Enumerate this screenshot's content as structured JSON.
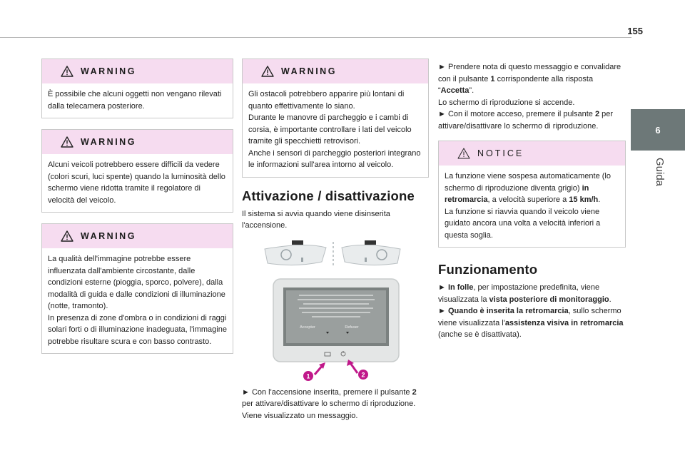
{
  "page_number": "155",
  "side_tab": {
    "number": "6",
    "label": "Guida"
  },
  "column1": {
    "warnings": [
      {
        "title": "WARNING",
        "text": "È possibile che alcuni oggetti non vengano rilevati dalla telecamera posteriore."
      },
      {
        "title": "WARNING",
        "text": "Alcuni veicoli potrebbero essere difficili da vedere (colori scuri, luci spente) quando la luminosità dello schermo viene ridotta tramite il regolatore di velocità del veicolo."
      },
      {
        "title": "WARNING",
        "text": "La qualità dell'immagine potrebbe essere influenzata dall'ambiente circostante, dalle condizioni esterne (pioggia, sporco, polvere), dalla modalità di guida e dalle condizioni di illuminazione (notte, tramonto).",
        "text2": "In presenza di zone d'ombra o in condizioni di raggi solari forti o di illuminazione inadeguata, l'immagine potrebbe risultare scura e con basso contrasto."
      }
    ]
  },
  "column2": {
    "warning": {
      "title": "WARNING",
      "text": "Gli ostacoli potrebbero apparire più lontani di quanto effettivamente lo siano.",
      "text2": "Durante le manovre di parcheggio e i cambi di corsia, è importante controllare i lati del veicolo tramite gli specchietti retrovisori.",
      "text3": "Anche i sensori di parcheggio posteriori integrano le informazioni sull'area intorno al veicolo."
    },
    "heading": "Attivazione / disattivazione",
    "intro": "Il sistema si avvia quando viene disinserita l'accensione.",
    "figure": {
      "accept_label": "Accepter",
      "refuse_label": "Refuser",
      "callout_1": "1",
      "callout_2": "2"
    },
    "after_1_pre": "► Con l'accensione inserita, premere il pulsante ",
    "after_1_bold": "2",
    "after_1_post": " per attivare/disattivare lo schermo di riproduzione.",
    "after_2": "Viene visualizzato un messaggio."
  },
  "column3": {
    "p1_pre": "► Prendere nota di questo messaggio e convalidare con il pulsante ",
    "p1_bold": "1",
    "p1_mid": " corrispondente alla risposta “",
    "p1_bold2": "Accetta",
    "p1_post": "”.",
    "p2": "Lo schermo di riproduzione si accende.",
    "p3_pre": "► Con il motore acceso, premere il pulsante ",
    "p3_bold": "2",
    "p3_post": " per attivare/disattivare lo schermo di riproduzione.",
    "notice": {
      "title": "NOTICE",
      "t1": "La funzione viene sospesa automaticamente (lo schermo di riproduzione diventa grigio) ",
      "t1_bold": "in retromarcia",
      "t1_mid": ", a velocità superiore a ",
      "t1_bold2": "15 km/h",
      "t1_post": ".",
      "t2": "La funzione si riavvia quando il veicolo viene guidato ancora una volta a velocità inferiori a questa soglia."
    },
    "heading": "Funzionamento",
    "f1_pre": "► ",
    "f1_bold": "In folle",
    "f1_mid": ", per impostazione predefinita, viene visualizzata la ",
    "f1_bold2": "vista posteriore di monitoraggio",
    "f1_post": ".",
    "f2_pre": "► ",
    "f2_bold": "Quando è inserita la retromarcia",
    "f2_mid": ", sullo schermo viene visualizzata l'",
    "f2_bold2": "assistenza visiva in retromarcia",
    "f2_post": " (anche se è disattivata)."
  },
  "colors": {
    "warning_bg": "#f6dcf0",
    "tab_bg": "#6d7878",
    "callout": "#c0188a"
  }
}
